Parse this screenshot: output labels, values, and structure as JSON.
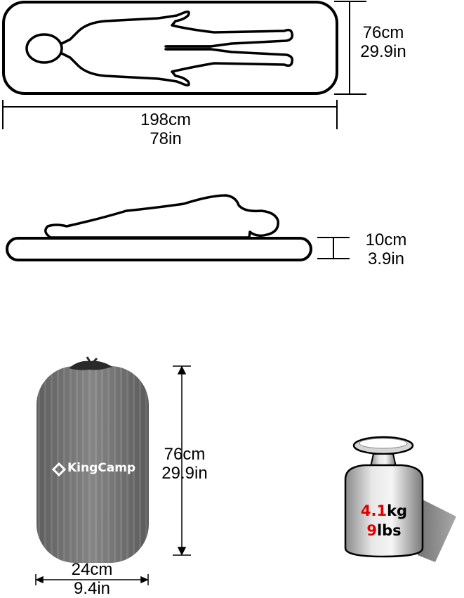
{
  "top_view": {
    "width_cm": "76cm",
    "width_in": "29.9in",
    "length_cm": "198cm",
    "length_in": "78in"
  },
  "side_view": {
    "thickness_cm": "10cm",
    "thickness_in": "3.9in"
  },
  "packed": {
    "height_cm": "76cm",
    "height_in": "29.9in",
    "diameter_cm": "24cm",
    "diameter_in": "9.4in",
    "brand": "KingCamp"
  },
  "weight": {
    "kg_value": "4.1",
    "kg_unit": "kg",
    "lbs_value": "9",
    "lbs_unit": "lbs"
  },
  "colors": {
    "accent_red": "#e10000",
    "bag_gray": "#7a7a7a",
    "stroke": "#000000"
  }
}
